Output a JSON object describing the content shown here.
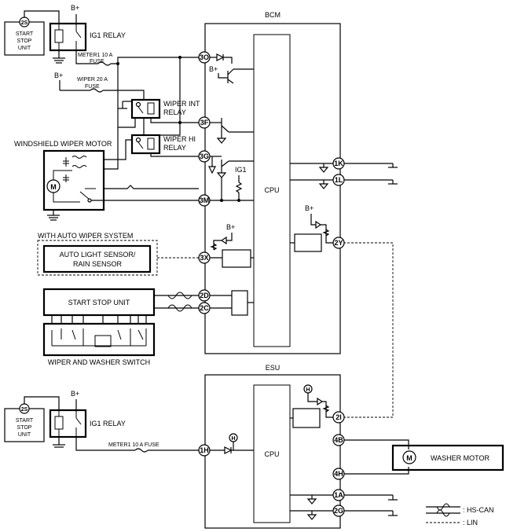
{
  "bcm": {
    "title": "BCM",
    "cpu": "CPU"
  },
  "esu": {
    "title": "ESU",
    "cpu": "CPU"
  },
  "power": {
    "bplus": "B+",
    "ig1": "IG1"
  },
  "start_stop_unit": {
    "line1": "START",
    "line2": "STOP",
    "line3": "UNIT",
    "connector": "2S"
  },
  "relays": {
    "ig1": "IG1 RELAY",
    "wiper_int_1": "WIPER INT",
    "wiper_int_2": "RELAY",
    "wiper_hi_1": "WIPER HI",
    "wiper_hi_2": "RELAY"
  },
  "fuses": {
    "meter1_l1": "METER1 10 A",
    "meter1_l2": "FUSE",
    "wiper_l1": "WIPER 20 A",
    "wiper_l2": "FUSE",
    "meter1_esu": "METER1 10 A FUSE"
  },
  "wiper_motor": {
    "label": "WINDSHIELD WIPER MOTOR",
    "symbol": "M"
  },
  "auto_wiper": {
    "group": "WITH AUTO WIPER SYSTEM",
    "line1": "AUTO LIGHT SENSOR/",
    "line2": "RAIN SENSOR"
  },
  "start_stop_box": {
    "label": "START STOP UNIT"
  },
  "wiper_switch": {
    "label": "WIPER AND WASHER SWITCH"
  },
  "washer_motor": {
    "label": "WASHER MOTOR",
    "symbol": "M"
  },
  "bcm_pins": {
    "p3o": "3O",
    "p3f": "3F",
    "p3g": "3G",
    "p3m": "3M",
    "p3x": "3X",
    "p2d": "2D",
    "p2c": "2C",
    "p1k": "1K",
    "p1l": "1L",
    "p2y": "2Y"
  },
  "esu_pins": {
    "p1h": "1H",
    "p2i": "2I",
    "p4b": "4B",
    "p4h": "4H",
    "p1a": "1A",
    "p2g": "2G"
  },
  "h_marker": "H",
  "legend": {
    "hs_can": ": HS-CAN",
    "lin": ": LIN"
  }
}
